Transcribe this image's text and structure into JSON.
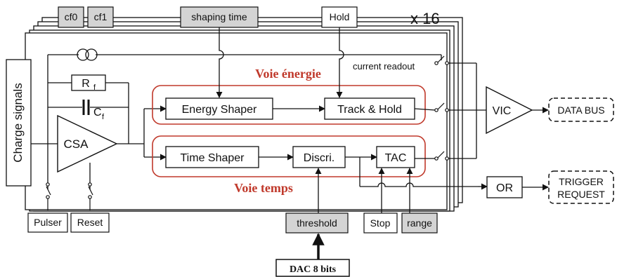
{
  "diagram": {
    "multiplicity": "x 16",
    "inputs": {
      "cf0": "cf0",
      "cf1": "cf1",
      "shaping_time": "shaping time",
      "hold": "Hold",
      "pulser": "Pulser",
      "reset": "Reset",
      "threshold": "threshold",
      "stop": "Stop",
      "range": "range",
      "dac": "DAC 8 bits"
    },
    "blocks": {
      "charge_signals": "Charge signals",
      "csa": "CSA",
      "rf_main": "R",
      "rf_sub": "f",
      "cf_main": "C",
      "cf_sub": "f",
      "energy_shaper": "Energy Shaper",
      "track_hold": "Track & Hold",
      "time_shaper": "Time Shaper",
      "discri": "Discri.",
      "tac": "TAC",
      "vic": "VIC",
      "or": "OR"
    },
    "channels": {
      "energy": "Voie énergie",
      "time": "Voie temps",
      "current_readout": "current readout"
    },
    "outputs": {
      "data_bus": "DATA BUS",
      "trigger_line1": "TRIGGER",
      "trigger_line2": "REQUEST"
    },
    "colors": {
      "line": "#111111",
      "channel_box": "#c0392b",
      "channel_text": "#c0392b",
      "gray_box": "#d4d4d4"
    }
  }
}
